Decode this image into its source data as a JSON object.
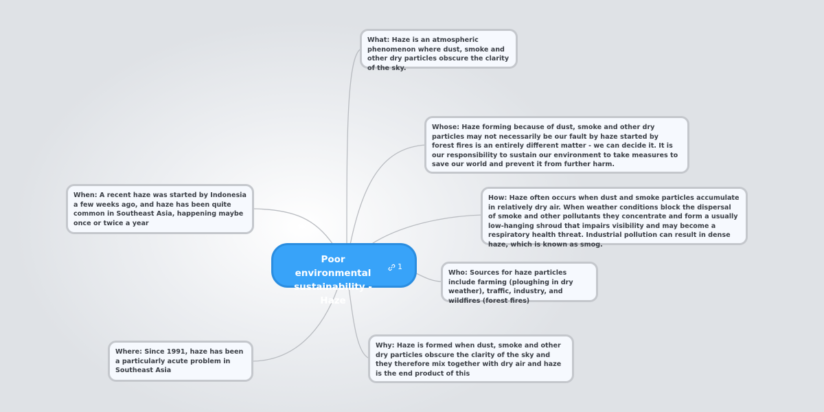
{
  "central_topic": {
    "title": "Poor environmental sustainability - Haze",
    "link_icon": "link-icon",
    "link_count": "1"
  },
  "topics": {
    "what": "What: Haze is an atmospheric phenomenon where dust, smoke and other dry particles obscure the clarity of the sky.",
    "whose": "Whose: Haze forming because of dust, smoke and other dry particles may not necessarily be our fault by haze started by forest fires is an entirely different matter - we can decide it. It is our responsibility to sustain our environment to take measures to save our world and prevent it from further harm.",
    "how": "How: Haze often occurs when dust and smoke particles accumulate in relatively dry air. When weather conditions block the dispersal of smoke and other pollutants they concentrate and form a usually low-hanging shroud that impairs visibility and may become a respiratory health threat. Industrial pollution can result in dense haze, which is known as smog.",
    "who": "Who: Sources for haze particles include farming (ploughing in dry weather), traffic, industry, and wildfires (forest fires)",
    "why": "Why: Haze is formed when dust, smoke and other dry particles obscure the clarity of the sky and they therefore mix together with dry air and haze is the end product of this",
    "when": "When: A recent haze was started by Indonesia a few weeks ago, and haze has been quite common in Southeast Asia, happening maybe once or twice a year",
    "where": "Where: Since 1991, haze has been a particularly acute problem in Southeast Asia"
  }
}
